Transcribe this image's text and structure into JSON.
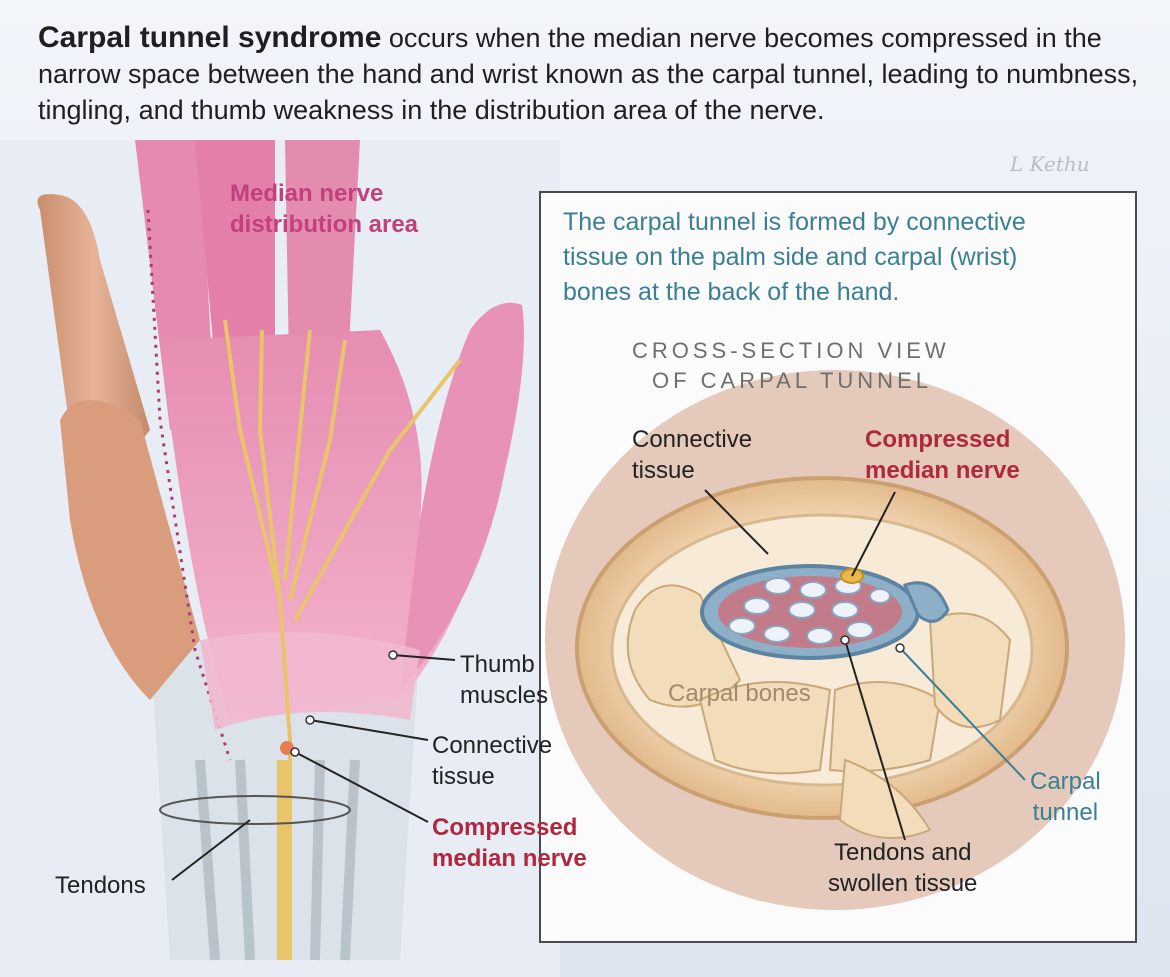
{
  "headline": {
    "lead": "Carpal tunnel syndrome",
    "text": " occurs when the median nerve becomes compressed in the narrow space between the hand and wrist known as the carpal tunnel, leading to numbness, tingling, and thumb weakness in the distribution area of the nerve."
  },
  "signature": "L Kethu",
  "hand_labels": {
    "distribution_line1": "Median nerve",
    "distribution_line2": "distribution area",
    "thumb_line1": "Thumb",
    "thumb_line2": "muscles",
    "connective_line1": "Connective",
    "connective_line2": "tissue",
    "compressed_line1": "Compressed",
    "compressed_line2": "median nerve",
    "tendons": "Tendons"
  },
  "inset": {
    "description_line1": "The carpal tunnel is formed by connective",
    "description_line2": "tissue on the palm side and carpal (wrist)",
    "description_line3": "bones at the back of the hand.",
    "title_line1": "CROSS-SECTION VIEW",
    "title_line2": "OF CARPAL TUNNEL",
    "connective_line1": "Connective",
    "connective_line2": "tissue",
    "compressed_line1": "Compressed",
    "compressed_line2": "median nerve",
    "carpal_bones": "Carpal bones",
    "carpal_tunnel_line1": "Carpal",
    "carpal_tunnel_line2": "tunnel",
    "tendons_line1": "Tendons and",
    "tendons_line2": "swollen tissue"
  },
  "colors": {
    "median_area": "#c2407e",
    "compressed": "#b0283f",
    "carpal_tunnel": "#3b7f94",
    "carpal_bones": "#a08a6c"
  }
}
